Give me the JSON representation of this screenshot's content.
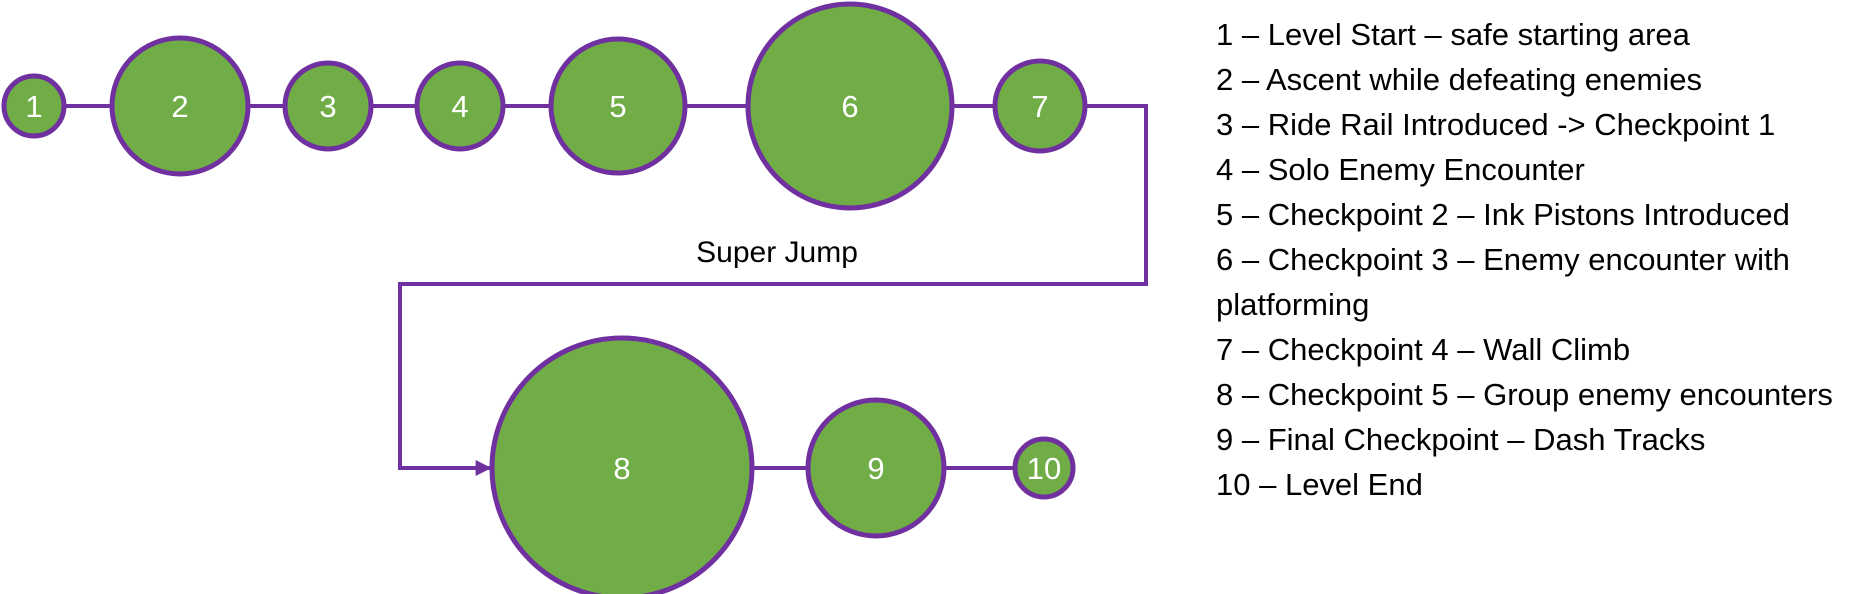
{
  "colors": {
    "node_fill": "#70ad47",
    "stroke": "#7030a0",
    "text": "#000000",
    "node_text": "#ffffff"
  },
  "nodes": [
    {
      "label": "1"
    },
    {
      "label": "2"
    },
    {
      "label": "3"
    },
    {
      "label": "4"
    },
    {
      "label": "5"
    },
    {
      "label": "6"
    },
    {
      "label": "7"
    },
    {
      "label": "8"
    },
    {
      "label": "9"
    },
    {
      "label": "10"
    }
  ],
  "edge_label": "Super Jump",
  "legend": [
    "1 – Level Start – safe starting area",
    "2 – Ascent while defeating enemies",
    "3 – Ride Rail Introduced -> Checkpoint 1",
    "4 – Solo Enemy Encounter",
    "5 – Checkpoint 2 – Ink Pistons Introduced",
    "6 – Checkpoint 3 – Enemy encounter with platforming",
    "7 – Checkpoint 4 – Wall Climb",
    "8 – Checkpoint 5 – Group enemy encounters",
    "9 – Final Checkpoint – Dash Tracks",
    "10 – Level End"
  ]
}
